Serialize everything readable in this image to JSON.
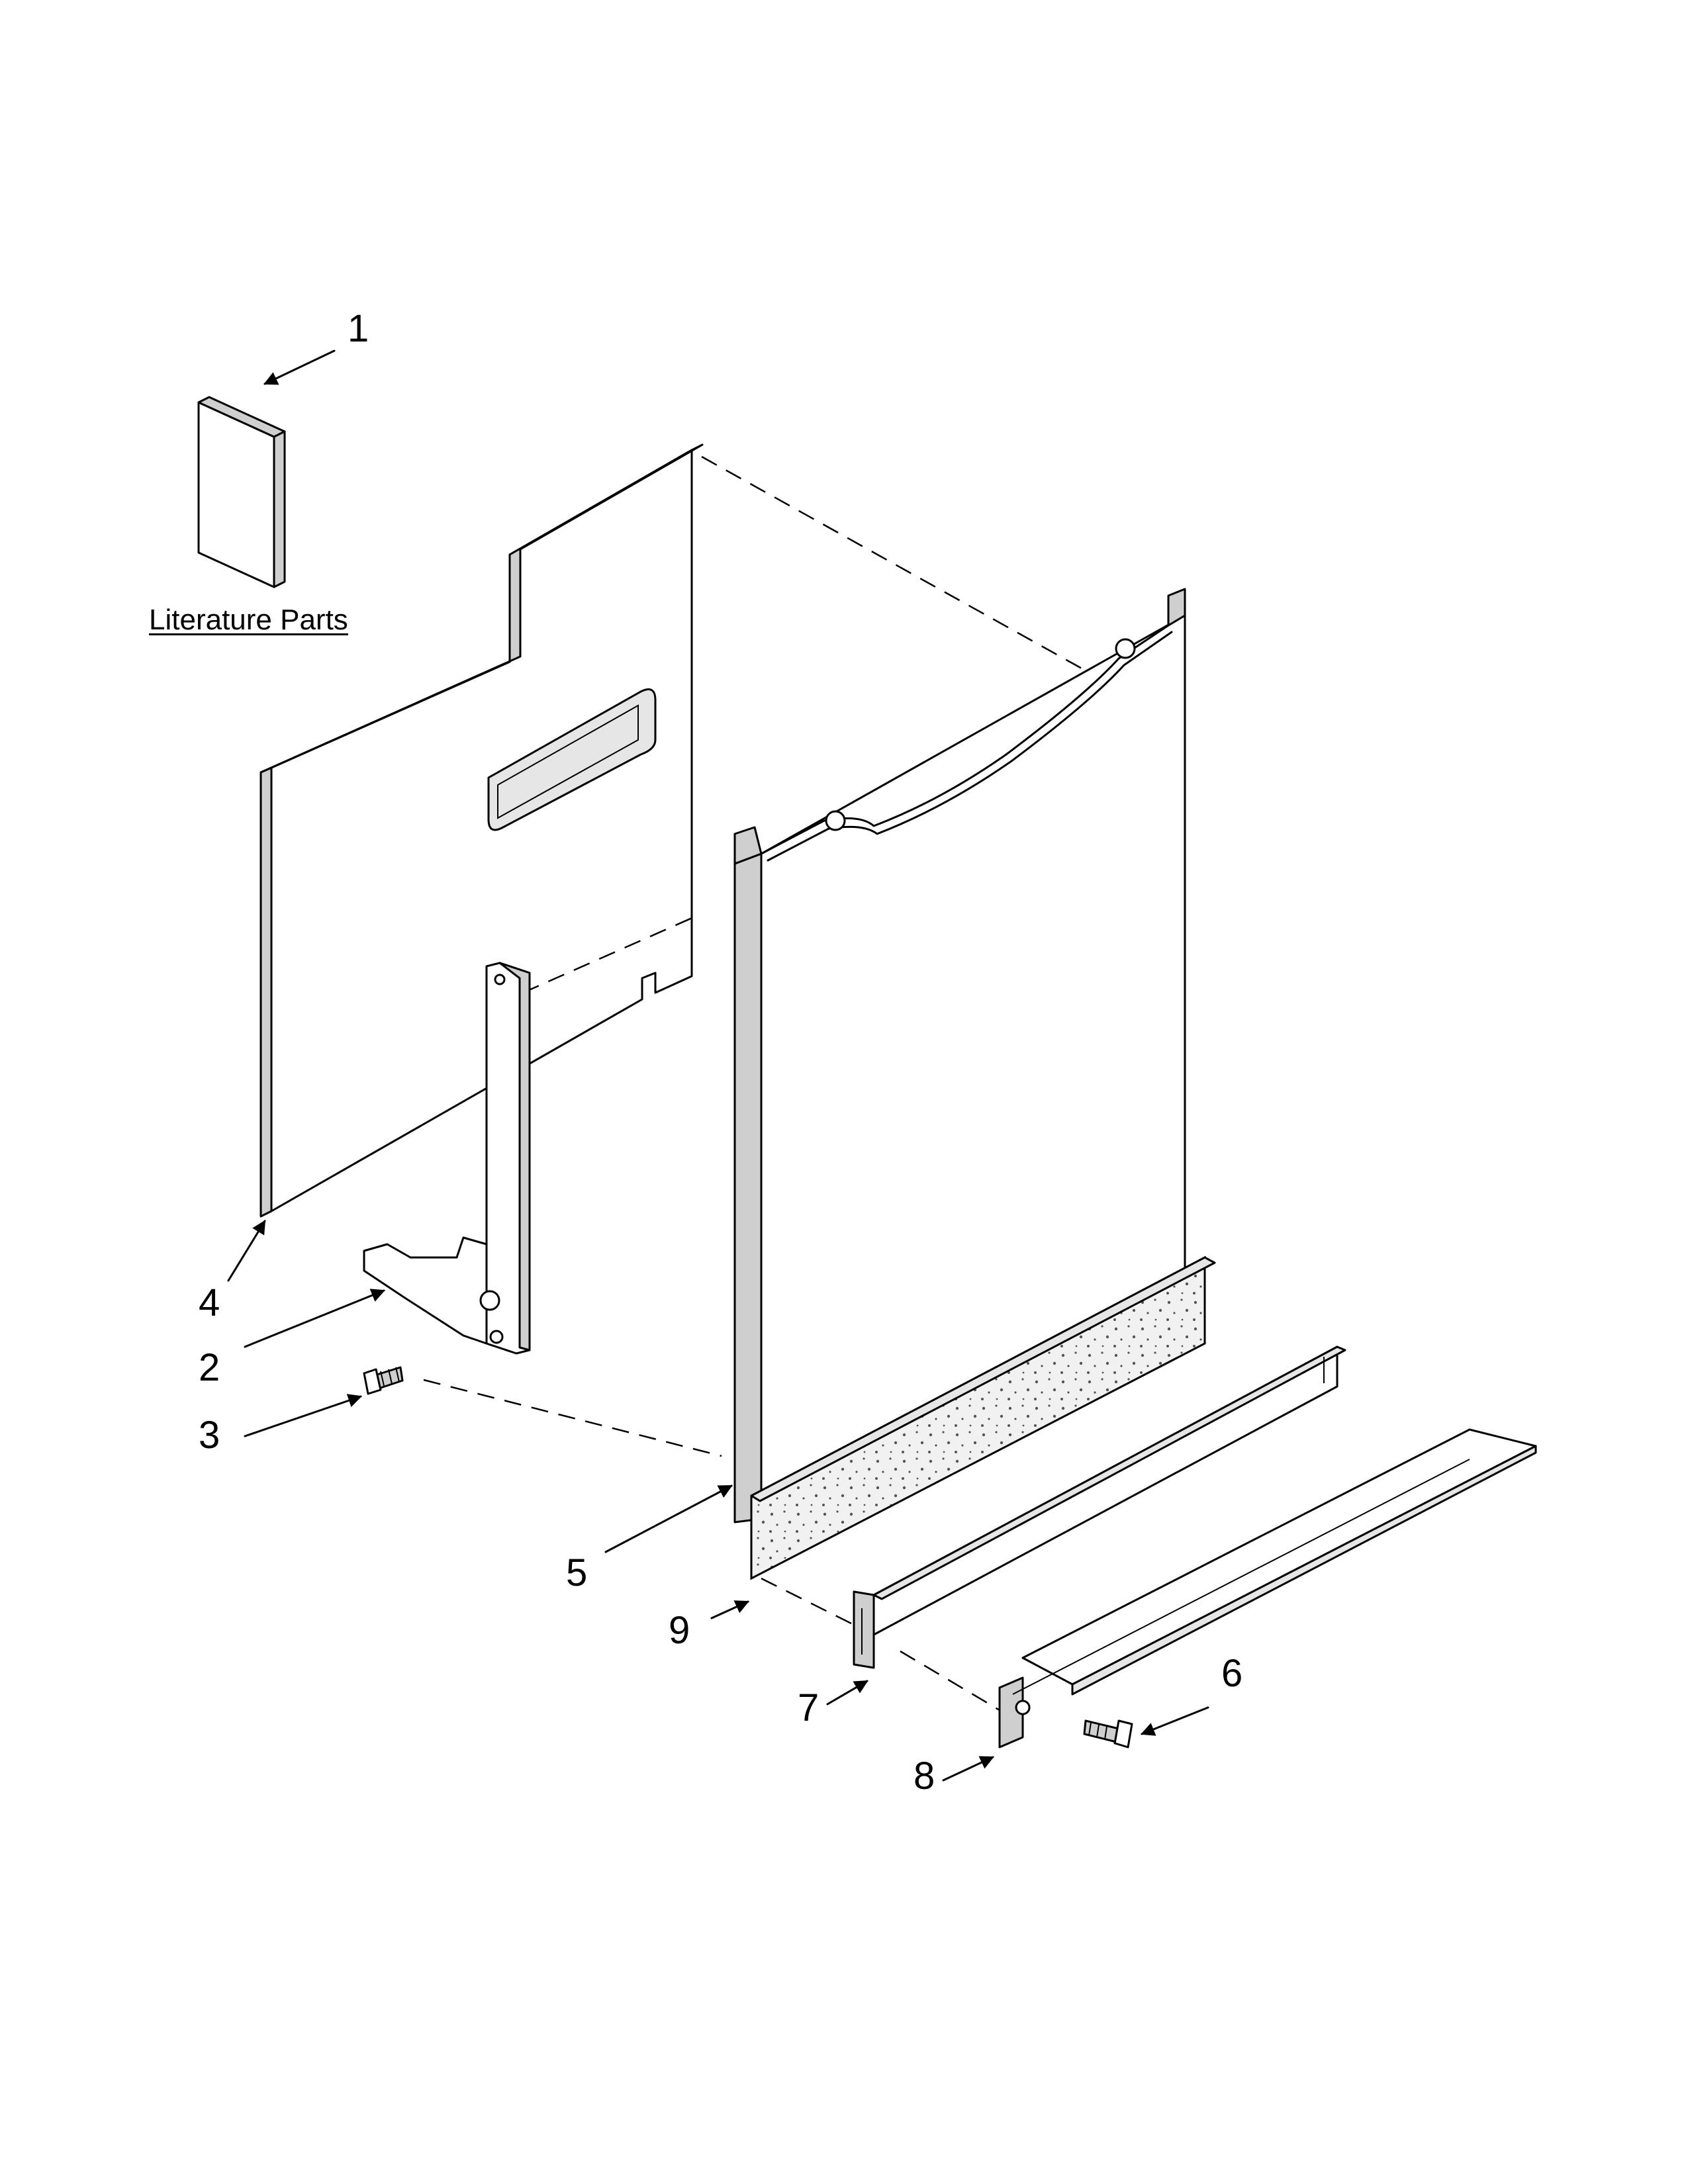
{
  "literature": {
    "label": "Literature Parts"
  },
  "callouts": [
    "1",
    "2",
    "3",
    "4",
    "5",
    "6",
    "7",
    "8",
    "9"
  ]
}
